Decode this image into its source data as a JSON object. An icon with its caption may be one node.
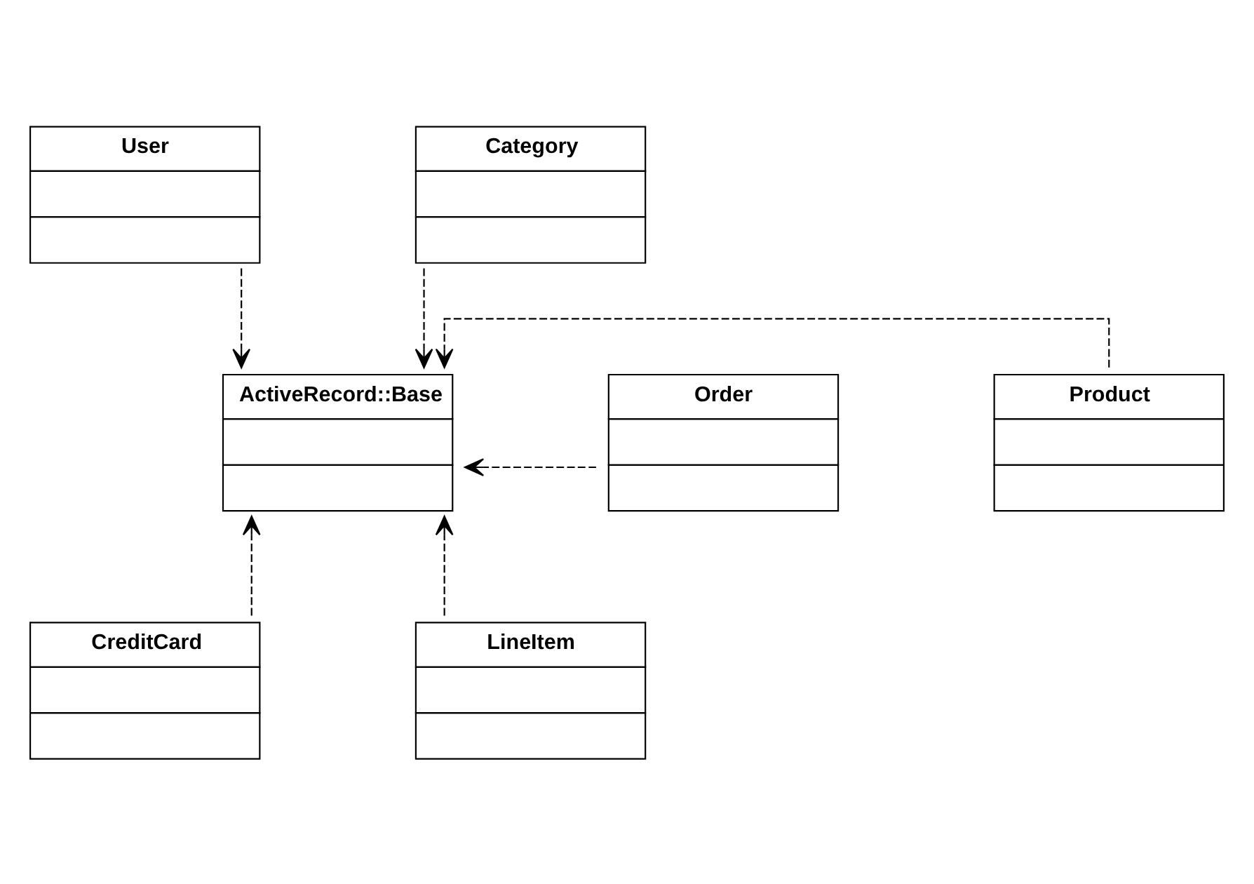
{
  "diagram": {
    "nodes": [
      {
        "text": [
          "User"
        ]
      },
      {
        "text": [
          "Category"
        ]
      },
      {
        "text": [
          "ActiveRecord::Base"
        ]
      },
      {
        "text": [
          "Order"
        ]
      },
      {
        "text": [
          "Product"
        ]
      },
      {
        "text": [
          "CreditCard"
        ]
      },
      {
        "text": [
          "LineItem"
        ]
      }
    ],
    "edges": [
      {
        "from": 0,
        "to": 2,
        "arrow": "to",
        "style": "dashed"
      },
      {
        "from": 1,
        "to": 2,
        "arrow": "to",
        "style": "dashed"
      },
      {
        "from": 3,
        "to": 2,
        "arrow": "to",
        "style": "dashed"
      },
      {
        "from": 4,
        "to": 2,
        "arrow": "to",
        "style": "dashed"
      },
      {
        "from": 5,
        "to": 2,
        "arrow": "to",
        "style": "dashed"
      },
      {
        "from": 6,
        "to": 2,
        "arrow": "to",
        "style": "dashed"
      }
    ]
  }
}
